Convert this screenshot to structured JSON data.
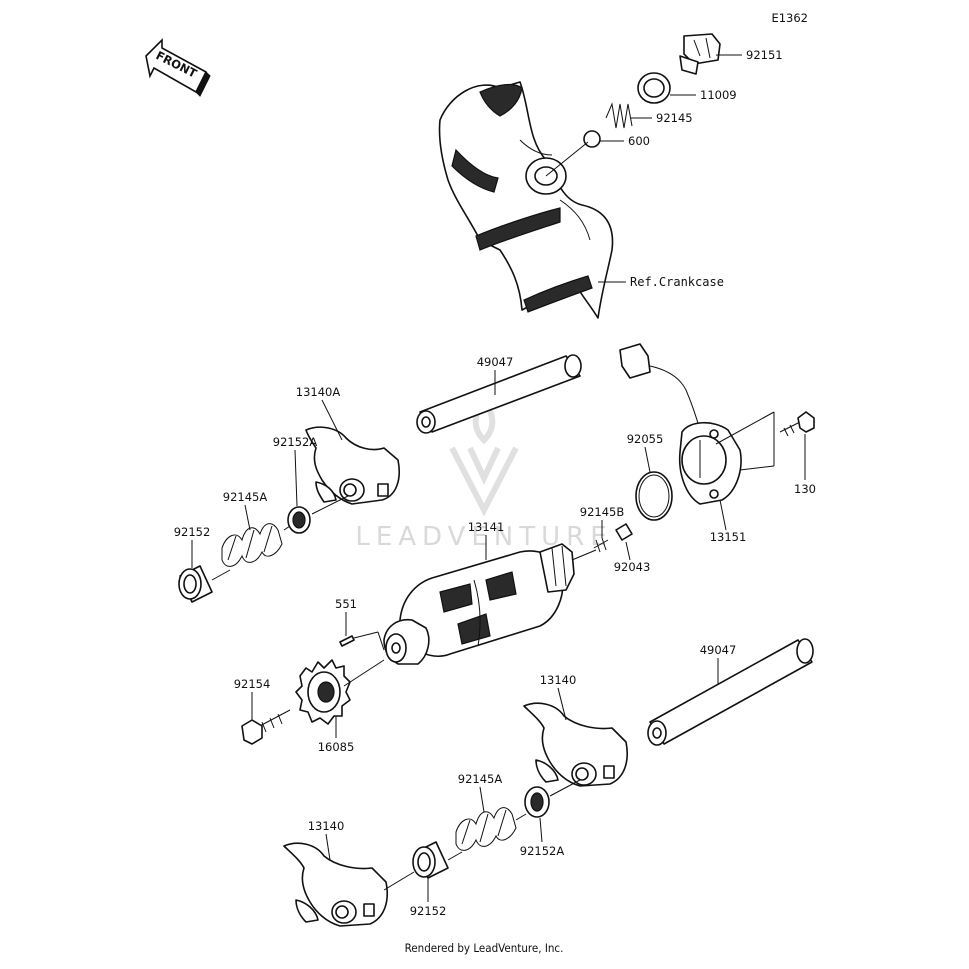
{
  "diagram_code": "E1362",
  "front_label": "FRONT",
  "ref_label": "Ref.Crankcase",
  "watermark": "LEADVENTURE",
  "footer": "Rendered by LeadVenture, Inc.",
  "parts": {
    "p92151": "92151",
    "p11009": "11009",
    "p92145_top": "92145",
    "p600": "600",
    "p49047_top": "49047",
    "p13140A": "13140A",
    "p92152A_left": "92152A",
    "p92145A_left": "92145A",
    "p92152_left": "92152",
    "p92055": "92055",
    "p130": "130",
    "p13151": "13151",
    "p92145B": "92145B",
    "p13141": "13141",
    "p92043": "92043",
    "p551": "551",
    "p92154": "92154",
    "p16085": "16085",
    "p49047_right": "49047",
    "p13140_right": "13140",
    "p92145A_bottom": "92145A",
    "p92152A_bottom": "92152A",
    "p13140_bottom": "13140",
    "p92152_bottom": "92152"
  }
}
